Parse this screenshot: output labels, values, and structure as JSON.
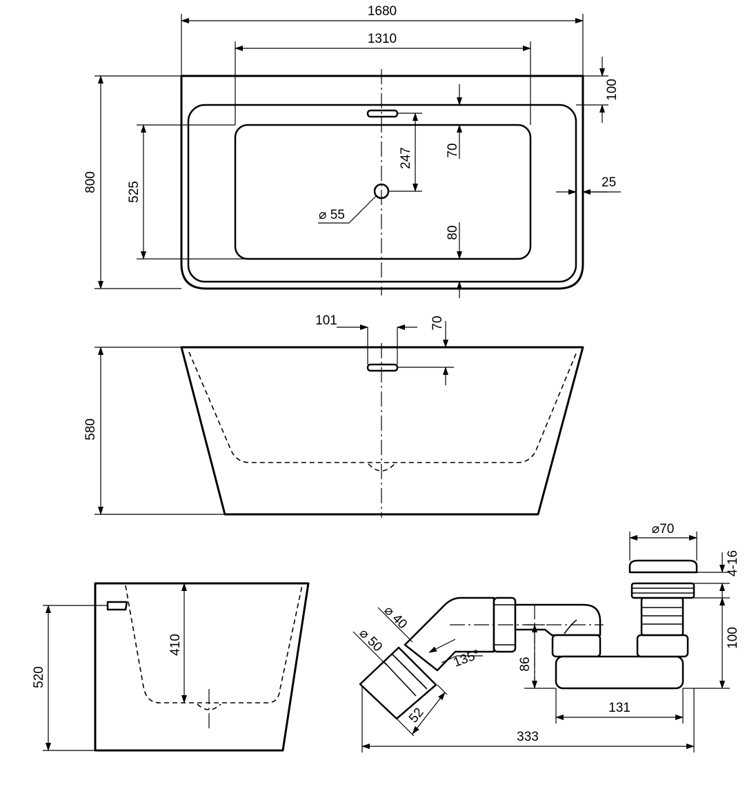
{
  "views": {
    "top": {
      "overall_length": "1680",
      "inner_length": "1310",
      "overall_width": "800",
      "inner_width": "525",
      "rim_back": "100",
      "overflow_offset": "70",
      "drain_offset": "247",
      "drain_diameter": "⌀ 55",
      "rim_side": "25",
      "rim_front": "80"
    },
    "front": {
      "overflow_width": "101",
      "overflow_height": "70",
      "height": "580"
    },
    "side": {
      "height": "520",
      "inner_depth": "410"
    },
    "siphon": {
      "cap_diameter": "⌀70",
      "cap_adjust": "4-16",
      "height": "100",
      "outlet_diameter_40": "⌀ 40",
      "outlet_diameter_50": "⌀ 50",
      "angle": "135°",
      "drop": "86",
      "outlet_length": "52",
      "offset": "131",
      "total_length": "333"
    }
  }
}
